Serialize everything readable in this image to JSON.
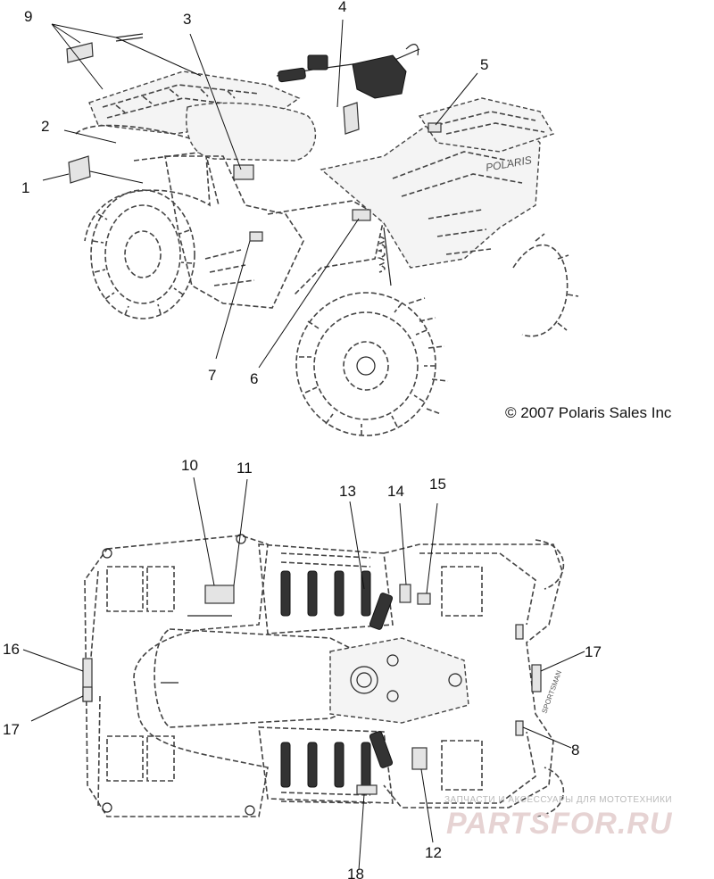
{
  "copyright": "© 2007 Polaris Sales Inc",
  "watermark": {
    "caption": "ЗАПЧАСТИ И АКСЕССУАРЫ ДЛЯ МОТОТЕХНИКИ",
    "brand": "PARTSFOR.RU"
  },
  "callouts": {
    "c1": "1",
    "c2": "2",
    "c3": "3",
    "c4": "4",
    "c5": "5",
    "c6": "6",
    "c7": "7",
    "c8": "8",
    "c9": "9",
    "c10": "10",
    "c11": "11",
    "c12": "12",
    "c13": "13",
    "c14": "14",
    "c15": "15",
    "c16": "16",
    "c17a": "17",
    "c17b": "17",
    "c18": "18"
  },
  "colors": {
    "ink": "#111111",
    "watermark": "#e6d3d3"
  }
}
